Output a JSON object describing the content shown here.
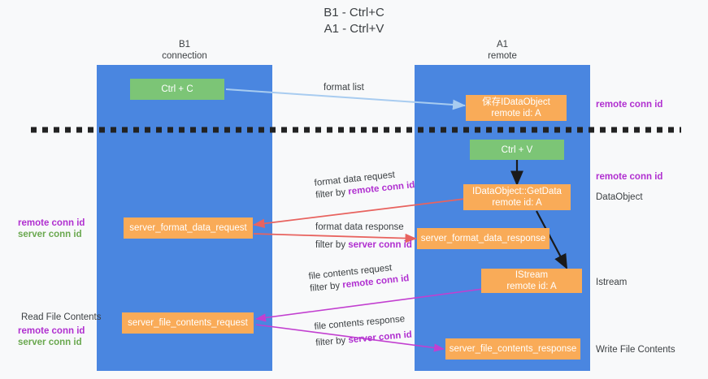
{
  "title": {
    "line1": "B1 - Ctrl+C",
    "line2": "A1 - Ctrl+V"
  },
  "lanes": [
    {
      "name": "b1",
      "title": "B1",
      "subtitle": "connection"
    },
    {
      "name": "a1",
      "title": "A1",
      "subtitle": "remote"
    }
  ],
  "boxes": {
    "ctrl_c": {
      "label": "Ctrl + C",
      "color": "#7cc576"
    },
    "save_idataobject": {
      "line1": "保存IDataObject",
      "line2": "remote id: A",
      "color": "#f9ab58"
    },
    "ctrl_v": {
      "label": "Ctrl + V",
      "color": "#7cc576"
    },
    "getdata": {
      "line1": "IDataObject::GetData",
      "line2": "remote id: A",
      "color": "#f9ab58"
    },
    "server_format_data_request": {
      "label": "server_format_data_request",
      "color": "#f9ab58"
    },
    "server_format_data_response": {
      "label": "server_format_data_response",
      "color": "#f9ab58"
    },
    "istream": {
      "line1": "IStream",
      "line2": "remote id: A",
      "color": "#f9ab58"
    },
    "server_file_contents_request": {
      "label": "server_file_contents_request",
      "color": "#f9ab58"
    },
    "server_file_contents_response": {
      "label": "server_file_contents_response",
      "color": "#f9ab58"
    }
  },
  "flows": {
    "format_list": {
      "label": "format list"
    },
    "format_data_request": {
      "line1": "format data request",
      "filter_prefix": "filter by ",
      "filter_key": "remote conn id"
    },
    "format_data_response": {
      "line1": "format data response",
      "filter_prefix": "filter by ",
      "filter_key": "server conn id"
    },
    "file_contents_request": {
      "line1": "file contents request",
      "filter_prefix": "filter by ",
      "filter_key": "remote conn id"
    },
    "file_contents_response": {
      "line1": "file contents response",
      "filter_prefix": "filter by ",
      "filter_key": "server conn id"
    }
  },
  "right_labels": {
    "remote_conn_id_top": "remote conn id",
    "remote_conn_id_mid": "remote conn id",
    "dataobject": "DataObject",
    "istream": "Istream",
    "write_file_contents": "Write File Contents"
  },
  "left_labels": {
    "remote_conn_id_mid": "remote conn id",
    "server_conn_id_mid": "server conn id",
    "read_file_contents": "Read File Contents",
    "remote_conn_id_low": "remote conn id",
    "server_conn_id_low": "server conn id"
  },
  "colors": {
    "lane": "#4a86e0",
    "green_box": "#7cc576",
    "orange_box": "#f9ab58",
    "purple": "#a13fd0",
    "magenta": "#b02fd0",
    "green_text": "#6aa84f",
    "arrow_blue": "#a8ccf0",
    "arrow_red": "#e8635f",
    "arrow_magenta": "#c23fd0",
    "arrow_black": "#1a1a1a",
    "divider": "#222222",
    "background": "#f8f9fa"
  }
}
